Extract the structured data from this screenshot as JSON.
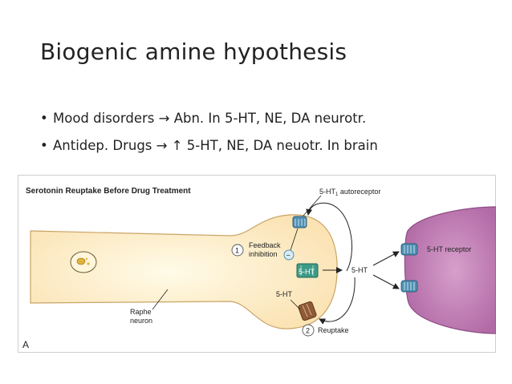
{
  "slide": {
    "title": "Biogenic amine hypothesis",
    "bullets": [
      {
        "text": "Mood disorders → Abn. In 5-HT, NE, DA neurotr."
      },
      {
        "text": "Antidep. Drugs → ↑ 5-HT, NE, DA neuotr. In brain"
      }
    ]
  },
  "figure": {
    "heading": "Serotonin Reuptake Before Drug Treatment",
    "autoreceptor_label": "5-HT",
    "autoreceptor_subscript": "1",
    "autoreceptor_suffix": " autoreceptor",
    "step1_number": "1",
    "feedback_label_line1": "Feedback",
    "feedback_label_line2": "inhibition",
    "minus_sign": "−",
    "transporter_label": "5-HT",
    "released_5ht_label": "5-HT",
    "reuptake_5ht_label": "5-HT",
    "step2_number": "2",
    "reuptake_label": "Reuptake",
    "receptor_label": "5-HT receptor",
    "neuron_label_line1": "Raphe",
    "neuron_label_line2": "neuron",
    "panel_letter": "A",
    "colors": {
      "neuron_fill": "#fbe6bc",
      "neuron_stroke": "#c9a467",
      "receptor_fill": "#c07cb4",
      "receptor_stroke": "#8e4d86",
      "channel_blue": "#4f8fb2",
      "channel_green": "#3d9a86",
      "channel_brown": "#8f5a35"
    }
  }
}
